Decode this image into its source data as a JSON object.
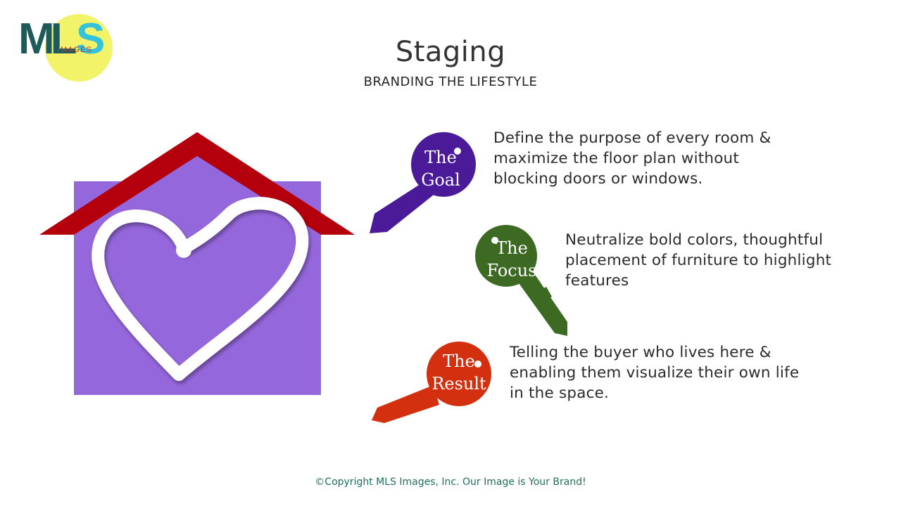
{
  "header": {
    "title": "Staging",
    "subtitle": "BRANDING THE LIFESTYLE"
  },
  "logo": {
    "letters": "MLS",
    "tagline": "IMAGES",
    "colors": {
      "m": "#1f5a5a",
      "s": "#35c3dc",
      "circle": "#f3f36a",
      "tagline": "#c0392b"
    }
  },
  "keys": [
    {
      "id": "goal",
      "line1": "The",
      "line2": "Goal",
      "color": "#4a1a99",
      "description": "Define the purpose of every room & maximize the floor plan without blocking doors or windows."
    },
    {
      "id": "focus",
      "line1": "The",
      "line2": "Focus",
      "color": "#3d6a22",
      "description": "Neutralize bold colors, thoughtful placement of furniture to highlight features"
    },
    {
      "id": "result",
      "line1": "The",
      "line2": "Result",
      "color": "#d2300f",
      "description": "Telling the buyer who lives here & enabling them visualize their own life in the space."
    }
  ],
  "house": {
    "roof_color": "#b3000c",
    "wall_color": "#9567dc",
    "heart_color": "#ffffff"
  },
  "footer": {
    "text": "©Copyright MLS Images, Inc. Our Image is Your Brand!"
  }
}
